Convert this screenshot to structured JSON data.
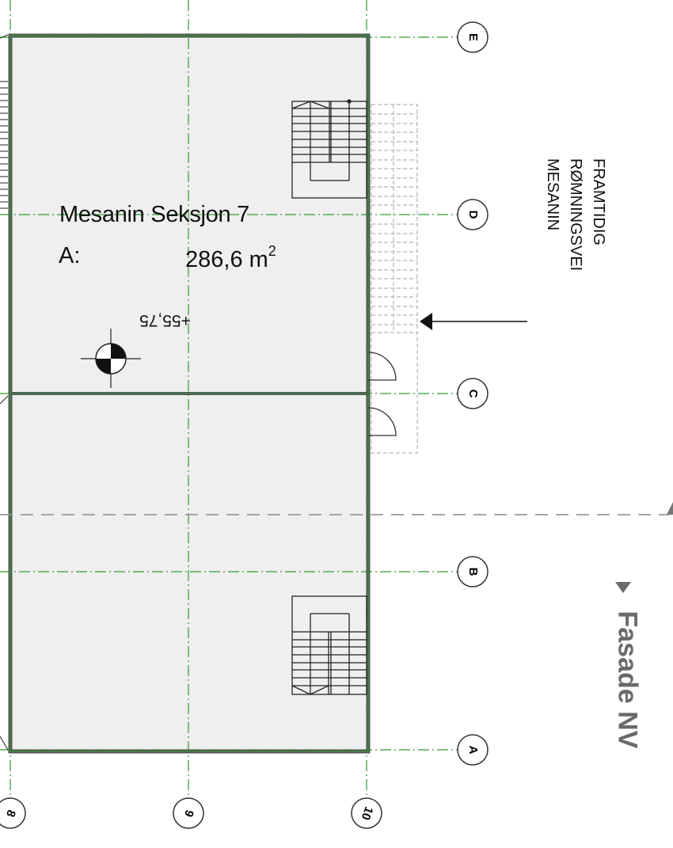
{
  "plan": {
    "room_name": "Mesanin Seksjon 7",
    "area_label": "A:",
    "area_value": "286,6 m",
    "area_unit_sup": "2",
    "level_marker": "+55,75",
    "escape_note_line1": "FRAMTIDIG",
    "escape_note_line2": "RØMNINGSVEI",
    "escape_note_line3": "MESANIN",
    "facade_label": "Fasade NV"
  },
  "grid_axes": {
    "horizontal": [
      "E",
      "D",
      "C",
      "B",
      "A"
    ],
    "vertical": [
      "8",
      "9",
      "10"
    ]
  },
  "colors": {
    "grid_line": "#2e9a2e",
    "wall": "#2f4f2f",
    "floor_fill": "#efefef",
    "line": "#222222",
    "dashed": "#aaaaaa",
    "facade_text": "#6a6a6a"
  }
}
